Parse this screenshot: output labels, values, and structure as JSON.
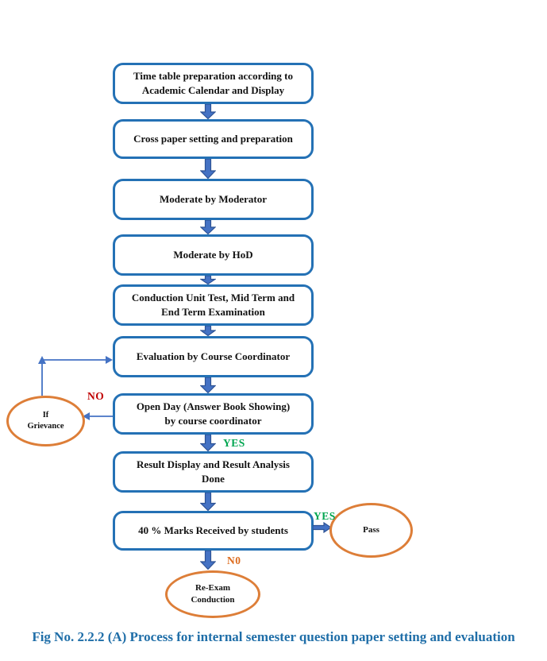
{
  "flowchart": {
    "caption": "Fig No. 2.2.2 (A) Process for internal semester question paper setting and evaluation",
    "boxes": [
      {
        "id": "timetable",
        "label": "Time table preparation according to\nAcademic Calendar and Display"
      },
      {
        "id": "cross-paper",
        "label": "Cross paper setting and preparation"
      },
      {
        "id": "moderate-moderator",
        "label": "Moderate by Moderator"
      },
      {
        "id": "moderate-hod",
        "label": "Moderate by HoD"
      },
      {
        "id": "conduction-exams",
        "label": "Conduction Unit Test, Mid Term and\nEnd Term Examination"
      },
      {
        "id": "evaluation-coordinator",
        "label": "Evaluation by Course Coordinator"
      },
      {
        "id": "open-day",
        "label": "Open Day (Answer Book Showing)\nby course coordinator"
      },
      {
        "id": "result-display",
        "label": "Result Display and Result Analysis\nDone"
      },
      {
        "id": "marks-received",
        "label": "40 % Marks Received by students"
      }
    ],
    "terminals": [
      {
        "id": "grievance",
        "label": "If\nGrievance"
      },
      {
        "id": "pass",
        "label": "Pass"
      },
      {
        "id": "re-exam",
        "label": "Re-Exam\nConduction"
      }
    ],
    "branch_labels": {
      "no": {
        "text": "NO",
        "color": "#C00000"
      },
      "yes_open": {
        "text": "YES",
        "color": "#00A651"
      },
      "yes_pass": {
        "text": "YES",
        "color": "#00A651"
      },
      "n0": {
        "text": "N0",
        "color": "#DD6B1D"
      }
    },
    "colors": {
      "box_border": "#2471B5",
      "arrow_fill": "#4472C4",
      "arrow_stroke": "#2E5395",
      "ellipse_border": "#DD7E38",
      "caption_text": "#1F6EA8",
      "box_text": "#121212"
    }
  }
}
